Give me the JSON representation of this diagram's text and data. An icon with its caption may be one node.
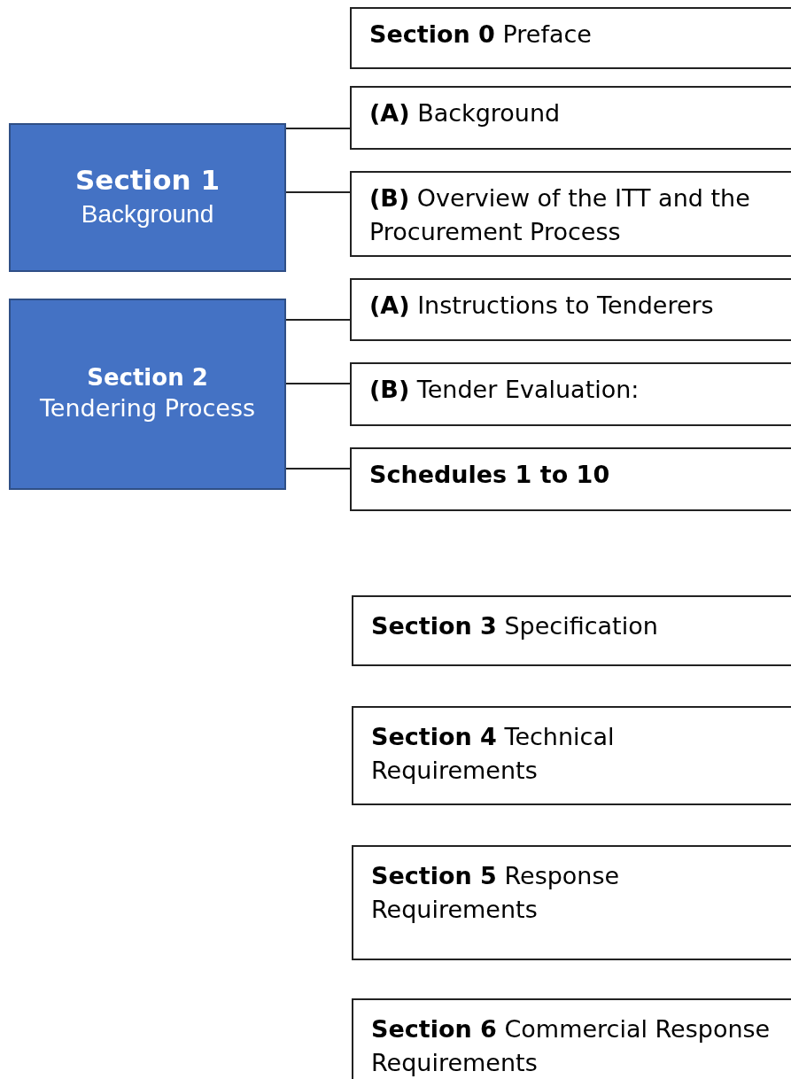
{
  "diagram": {
    "nodes": [
      {
        "text": [
          "**Section 0** Preface"
        ]
      },
      {
        "text": [
          "Section 1",
          "Background"
        ]
      },
      {
        "text": [
          "**(A)** Background"
        ]
      },
      {
        "text": [
          "**(B)** Overview of the ITT and the Procurement Process"
        ]
      },
      {
        "text": [
          "Section 2",
          "Tendering Process"
        ]
      },
      {
        "text": [
          "**(A)** Instructions to Tenderers"
        ]
      },
      {
        "text": [
          "**(B)** Tender Evaluation:"
        ]
      },
      {
        "text": [
          "**Schedules 1 to 10**"
        ]
      },
      {
        "text": [
          "**Section 3** Specification"
        ]
      },
      {
        "text": [
          "**Section 4** Technical Requirements"
        ]
      },
      {
        "text": [
          "**Section 5** Response Requirements"
        ]
      },
      {
        "text": [
          "**Section 6** Commercial Response Requirements"
        ]
      }
    ],
    "edges": [
      {
        "from": 1,
        "to": 2,
        "arrow": "none"
      },
      {
        "from": 1,
        "to": 3,
        "arrow": "none"
      },
      {
        "from": 4,
        "to": 5,
        "arrow": "none"
      },
      {
        "from": 4,
        "to": 6,
        "arrow": "none"
      },
      {
        "from": 4,
        "to": 7,
        "arrow": "none"
      }
    ]
  }
}
